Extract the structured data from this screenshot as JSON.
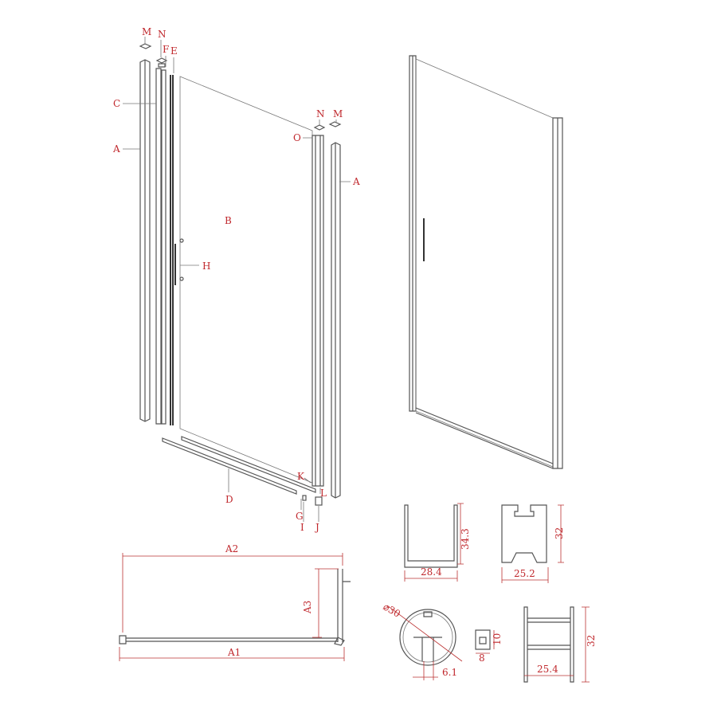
{
  "color_label": "#c0282d",
  "exploded_view": {
    "labels": {
      "M_left": "M",
      "N_left": "N",
      "F": "F",
      "E": "E",
      "C": "C",
      "A_left": "A",
      "N_right": "N",
      "M_right": "M",
      "O": "O",
      "A_right": "A",
      "B": "B",
      "H": "H",
      "D": "D",
      "K": "K",
      "L": "L",
      "G": "G",
      "I": "I",
      "J": "J"
    }
  },
  "plan_view": {
    "A1": "A1",
    "A2": "A2",
    "A3": "A3"
  },
  "profiles": {
    "u_channel": {
      "height": "34.3",
      "width": "28.4"
    },
    "frame_profile": {
      "height": "32",
      "width": "25.2"
    },
    "round_profile": {
      "diameter": "⌀30",
      "width": "6.1"
    },
    "small_profile": {
      "height": "10",
      "width": "8"
    },
    "h_profile": {
      "height": "32",
      "width": "25.4"
    }
  }
}
